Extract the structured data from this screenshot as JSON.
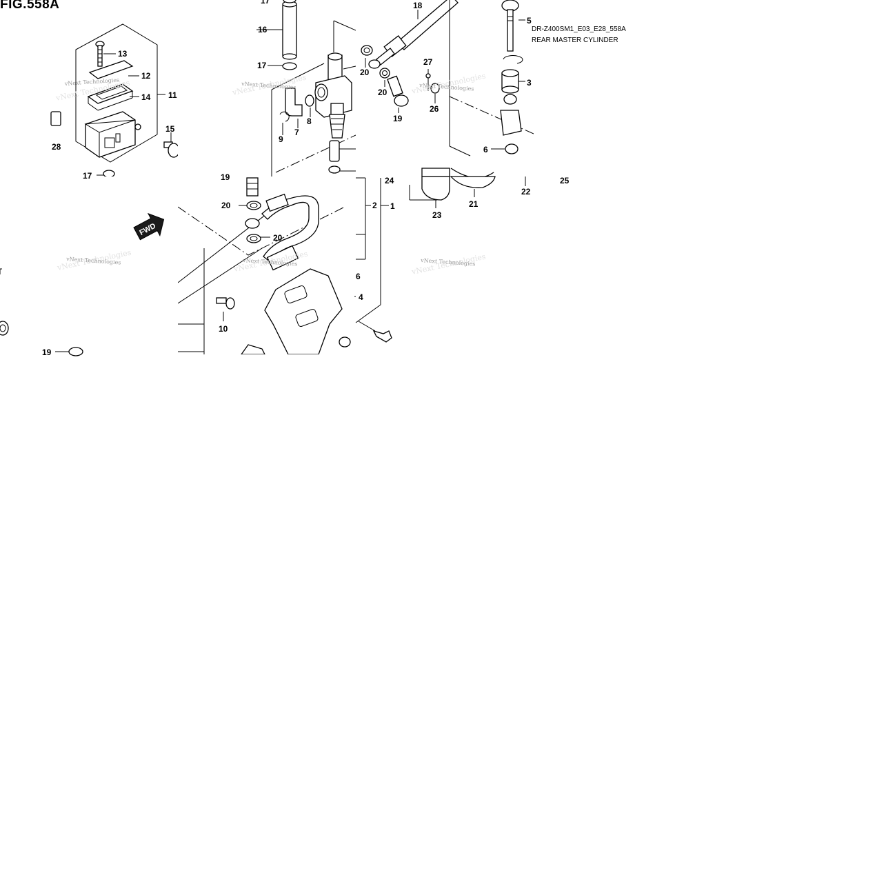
{
  "figure": {
    "title": "FIG.558A",
    "code": "DR-Z400SM1_E03_E28_558A",
    "subtitle": "REAR MASTER CYLINDER"
  },
  "watermark": "vNext Technologies",
  "fwd_label": "FWD",
  "callouts": {
    "c1": "1",
    "c2": "2",
    "c3": "3",
    "c4": "4",
    "c5": "5",
    "c6": "6",
    "c6b": "6",
    "c7": "7",
    "c8": "8",
    "c9": "9",
    "c10": "10",
    "c11": "11",
    "c12": "12",
    "c13": "13",
    "c14": "14",
    "c15": "15",
    "c16": "16",
    "c17a": "17",
    "c17b": "17",
    "c17c": "17",
    "c18": "18",
    "c19a": "19",
    "c19b": "19",
    "c19c": "19",
    "c20a": "20",
    "c20b": "20",
    "c20c": "20",
    "c20d": "20",
    "c21": "21",
    "c22": "22",
    "c23": "23",
    "c24": "24",
    "c25": "25",
    "c26": "26",
    "c27": "27",
    "c28": "28"
  }
}
